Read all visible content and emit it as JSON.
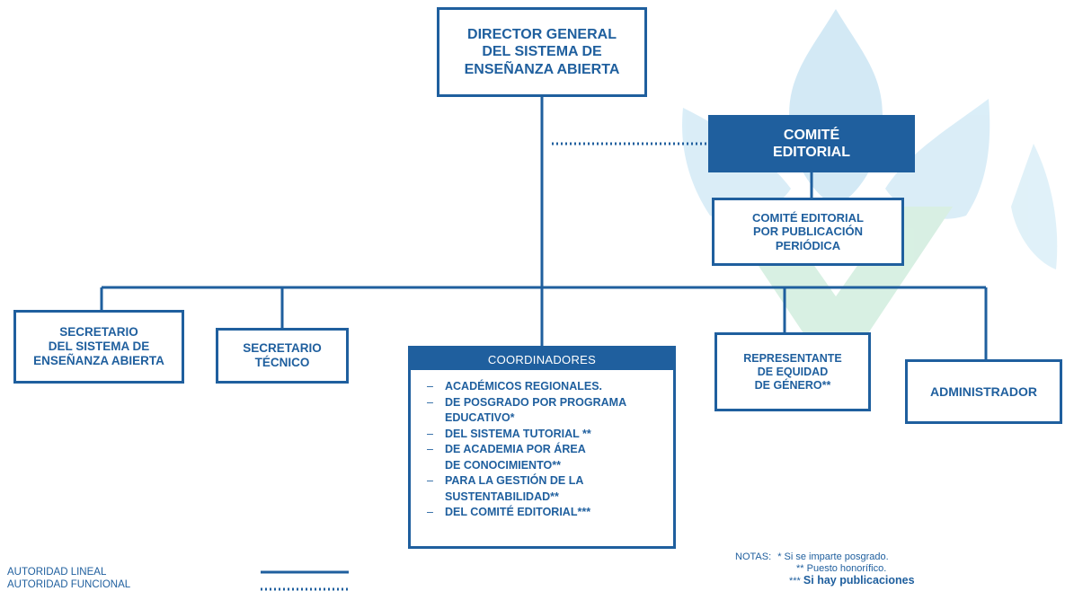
{
  "colors": {
    "primary": "#1f5f9e",
    "logo_blue": "#bfe0f2",
    "logo_green": "#cdebd9"
  },
  "director": "DIRECTOR GENERAL\nDEL SISTEMA DE\nENSEÑANZA ABIERTA",
  "comite_editorial": "COMITÉ\nEDITORIAL",
  "comite_publicacion": "COMITÉ EDITORIAL\nPOR PUBLICACIÓN\nPERIÓDICA",
  "secretario_sistema": "SECRETARIO\nDEL SISTEMA DE\nENSEÑANZA ABIERTA",
  "secretario_tecnico": "SECRETARIO\nTÉCNICO",
  "coordinadores": {
    "title": "COORDINADORES",
    "items": [
      "ACADÉMICOS REGIONALES.",
      "DE POSGRADO POR PROGRAMA\nEDUCATIVO*",
      "DEL SISTEMA TUTORIAL **",
      "DE ACADEMIA POR ÁREA\nDE CONOCIMIENTO**",
      "PARA LA GESTIÓN DE LA\nSUSTENTABILIDAD**",
      "DEL COMITÉ EDITORIAL***"
    ]
  },
  "representante": "REPRESENTANTE\nDE EQUIDAD\nDE GÉNERO**",
  "administrador": "ADMINISTRADOR",
  "legend": {
    "lineal": "AUTORIDAD LINEAL",
    "funcional": "AUTORIDAD FUNCIONAL"
  },
  "notes": {
    "label": "NOTAS:",
    "note1": "* Si se imparte posgrado.",
    "note2": "** Puesto honorífico.",
    "note3_prefix": "***",
    "note3": "Si hay publicaciones"
  }
}
